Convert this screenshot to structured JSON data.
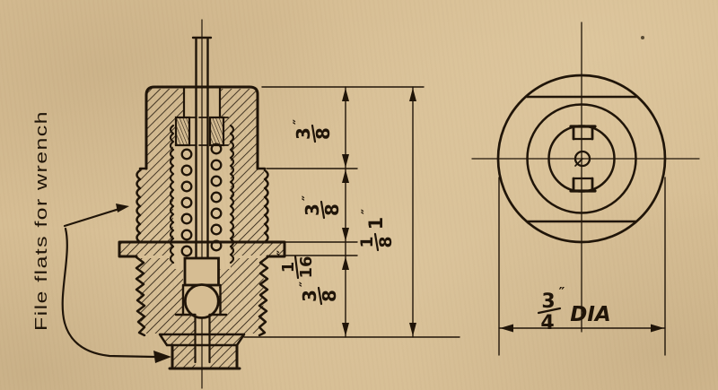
{
  "labels": {
    "file_flats": "File flats for wrench"
  },
  "dims": {
    "seg_top": {
      "num": "3",
      "den": "8",
      "unit": "″"
    },
    "seg_mid": {
      "num": "3",
      "den": "8",
      "unit": "″"
    },
    "seg_flange": {
      "num": "1",
      "den": "16",
      "unit": "″"
    },
    "seg_bottom": {
      "num": "3",
      "den": "8",
      "unit": "″"
    },
    "overall": {
      "whole": "1",
      "num": "1",
      "den": "8",
      "unit": "″"
    },
    "diameter": {
      "num": "3",
      "den": "4",
      "unit": "″",
      "label": "DIA"
    }
  },
  "colors": {
    "paper": "#d6bd93",
    "ink": "#201509"
  }
}
